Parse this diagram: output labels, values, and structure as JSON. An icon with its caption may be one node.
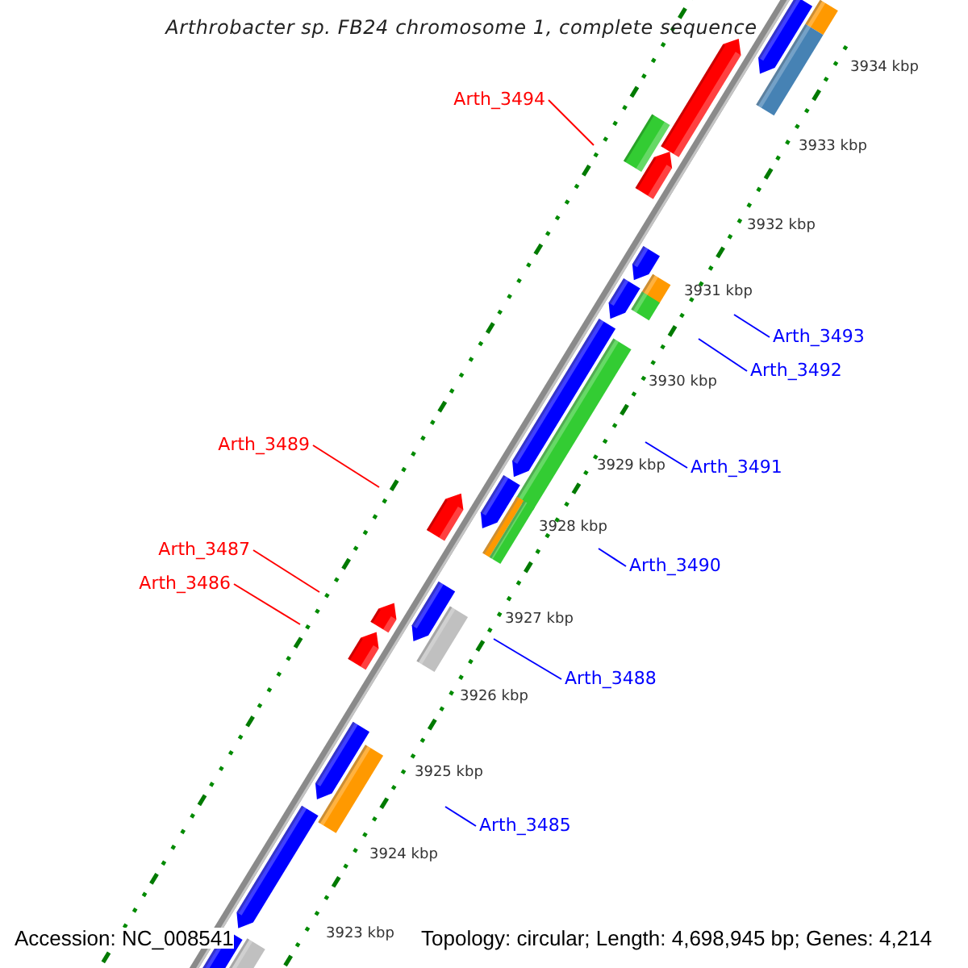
{
  "diagram": {
    "title": "Arthrobacter sp. FB24 chromosome 1, complete sequence",
    "nodes": [
      {
        "text": [
          "Arth_3494"
        ]
      },
      {
        "text": [
          "Arth_3493"
        ]
      },
      {
        "text": [
          "Arth_3492"
        ]
      },
      {
        "text": [
          "Arth_3489"
        ]
      },
      {
        "text": [
          "Arth_3491"
        ]
      },
      {
        "text": [
          "Arth_3487"
        ]
      },
      {
        "text": [
          "Arth_3490"
        ]
      },
      {
        "text": [
          "Arth_3486"
        ]
      },
      {
        "text": [
          "Arth_3488"
        ]
      },
      {
        "text": [
          "Arth_3485"
        ]
      }
    ],
    "edges": [
      {
        "from": 0,
        "to": null,
        "arrow": "none",
        "color": "#ff0000"
      },
      {
        "from": 1,
        "to": null,
        "arrow": "none"
      },
      {
        "from": 2,
        "to": null,
        "arrow": "none"
      },
      {
        "from": 3,
        "to": null,
        "arrow": "none",
        "color": "#ff0000"
      },
      {
        "from": 4,
        "to": null,
        "arrow": "none"
      },
      {
        "from": 5,
        "to": null,
        "arrow": "none",
        "color": "#ff0000"
      },
      {
        "from": 6,
        "to": null,
        "arrow": "none"
      },
      {
        "from": 7,
        "to": null,
        "arrow": "none",
        "color": "#ff0000"
      },
      {
        "from": 8,
        "to": null,
        "arrow": "none"
      },
      {
        "from": 9,
        "to": null,
        "arrow": "none"
      }
    ],
    "labels": [
      "3934 kbp",
      "3933 kbp",
      "3932 kbp",
      "3931 kbp",
      "3930 kbp",
      "3929 kbp",
      "3928 kbp",
      "3927 kbp",
      "3926 kbp",
      "3925 kbp",
      "3924 kbp",
      "3923 kbp",
      "Accession: NC_008541",
      "Topology: circular; Length: 4,698,945 bp; Genes: 4,214"
    ]
  }
}
